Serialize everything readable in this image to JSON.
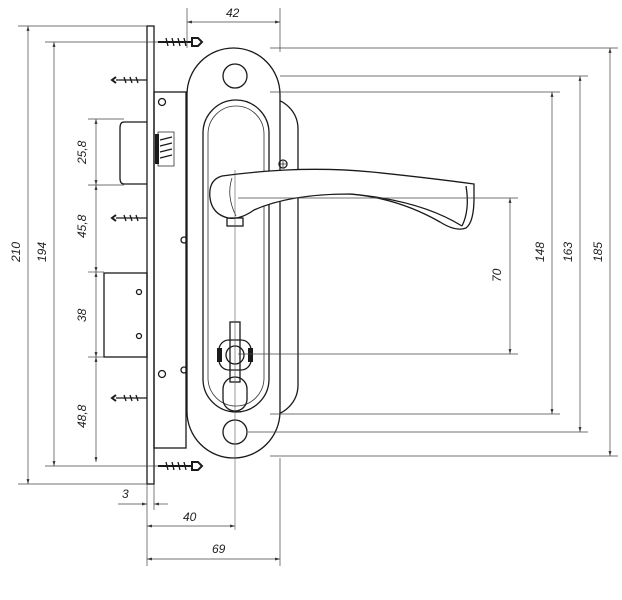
{
  "dimensions": {
    "top_width": "42",
    "total_height": "210",
    "plate_height": "194",
    "upper_spacing": "25,8",
    "middle_spacing": "45,8",
    "lock_spacing": "38",
    "lower_spacing": "48,8",
    "handle_to_key": "70",
    "height_148": "148",
    "height_163": "163",
    "height_185": "185",
    "faceplate_thickness": "3",
    "backset": "40",
    "overall_depth": "69"
  }
}
